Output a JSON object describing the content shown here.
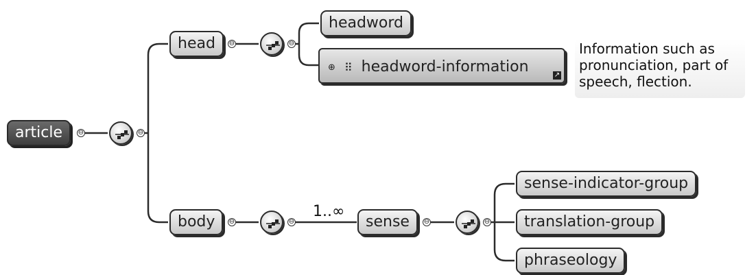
{
  "diagram": {
    "root": {
      "label": "article"
    },
    "children": {
      "head": {
        "label": "head"
      },
      "body": {
        "label": "body"
      }
    },
    "head_children": {
      "headword": {
        "label": "headword"
      },
      "headword_information": {
        "label": "headword-information"
      }
    },
    "body_children": {
      "sense": {
        "label": "sense",
        "cardinality": "1..∞"
      }
    },
    "sense_children": {
      "sense_indicator_group": {
        "label": "sense-indicator-group"
      },
      "translation_group": {
        "label": "translation-group"
      },
      "phraseology": {
        "label": "phraseology"
      }
    },
    "documentation": "Information such as pronunciation, part of speech, flection.",
    "icons": {
      "collapse": "⊖",
      "expand": "⊕",
      "attributes": "⠿",
      "reference": "↗"
    }
  }
}
